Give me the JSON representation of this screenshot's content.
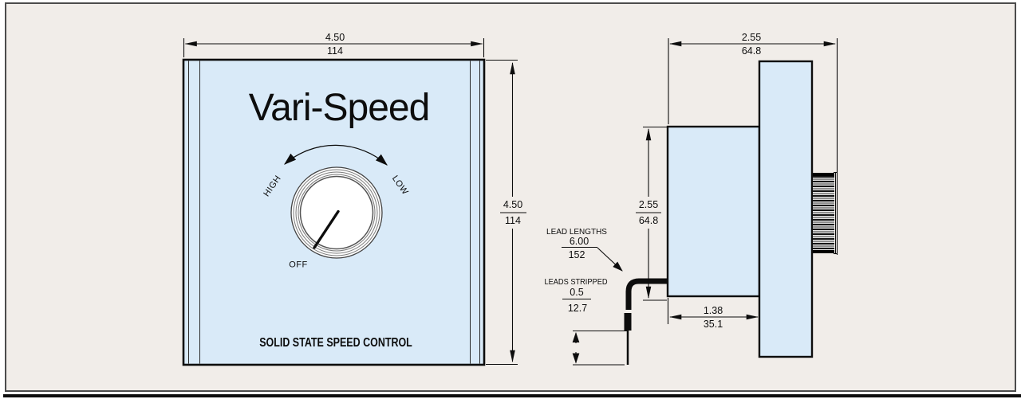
{
  "front_view": {
    "title": "Vari-Speed",
    "dial": {
      "high_label": "HIGH",
      "low_label": "LOW",
      "off_label": "OFF"
    },
    "caption": "SOLID STATE SPEED CONTROL",
    "width_dim": {
      "inches": "4.50",
      "mm": "114"
    },
    "height_dim": {
      "inches": "4.50",
      "mm": "114"
    }
  },
  "side_view": {
    "total_depth_dim": {
      "inches": "2.55",
      "mm": "64.8"
    },
    "body_height_dim": {
      "inches": "2.55",
      "mm": "64.8"
    },
    "body_depth_dim": {
      "inches": "1.38",
      "mm": "35.1"
    },
    "lead_length": {
      "label": "LEAD LENGTHS",
      "inches": "6.00",
      "mm": "152"
    },
    "lead_stripped": {
      "label": "LEADS STRIPPED",
      "inches": "0.5",
      "mm": "12.7"
    }
  },
  "colors": {
    "drawing_background": "#f1ede9",
    "device_fill": "#d9eaf8",
    "line": "#0d0d0d",
    "frame_border": "#4c4c4c"
  }
}
